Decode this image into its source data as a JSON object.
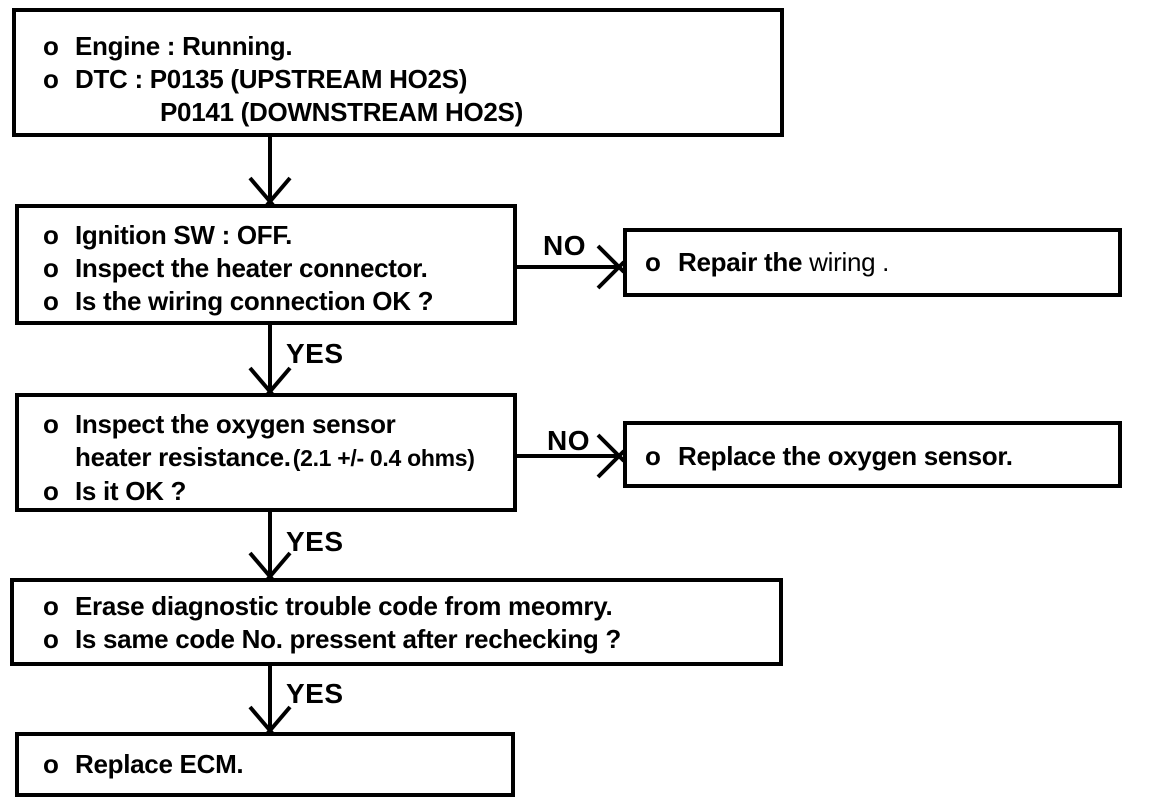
{
  "page": {
    "background": "#ffffff",
    "ink": "#000000"
  },
  "labels": {
    "yes": "YES",
    "no": "NO"
  },
  "boxes": {
    "start": {
      "lines": [
        {
          "bullet": "o",
          "text": "Engine : Running."
        },
        {
          "bullet": "o",
          "text": "DTC : P0135 (UPSTREAM HO2S)"
        },
        {
          "bullet": "",
          "text": "P0141 (DOWNSTREAM HO2S)"
        }
      ]
    },
    "inspect_connector": {
      "lines": [
        {
          "bullet": "o",
          "text": "Ignition SW : OFF."
        },
        {
          "bullet": "o",
          "text": "Inspect the heater connector."
        },
        {
          "bullet": "o",
          "text": "Is the wiring connection OK ?"
        }
      ]
    },
    "repair_wiring": {
      "bullet": "o",
      "text_emphasis": "Repair the",
      "text_tail": "wiring ."
    },
    "inspect_resistance": {
      "lines": [
        {
          "bullet": "o",
          "text": "Inspect the oxygen sensor"
        },
        {
          "bullet": "",
          "text": "heater resistance.",
          "note": "(2.1 +/- 0.4 ohms)"
        },
        {
          "bullet": "o",
          "text": "Is it OK ?"
        }
      ]
    },
    "replace_sensor": {
      "bullet": "o",
      "text": "Replace the oxygen sensor."
    },
    "erase_dtc": {
      "lines": [
        {
          "bullet": "o",
          "text": "Erase diagnostic trouble code from meomry."
        },
        {
          "bullet": "o",
          "text": "Is same code No. pressent after rechecking ?"
        }
      ]
    },
    "replace_ecm": {
      "bullet": "o",
      "text": "Replace ECM."
    }
  }
}
